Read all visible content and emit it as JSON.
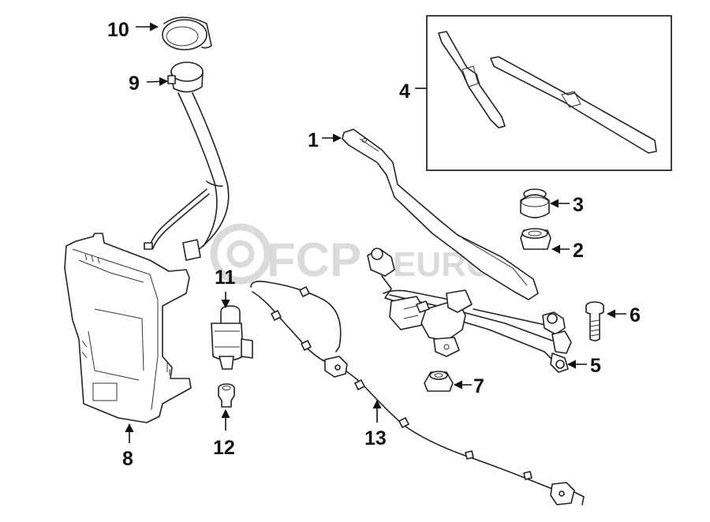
{
  "diagram": {
    "watermark": {
      "brand": "FCP",
      "suffix": "EURO"
    },
    "callouts": [
      {
        "id": "1",
        "label": "1"
      },
      {
        "id": "2",
        "label": "2"
      },
      {
        "id": "3",
        "label": "3"
      },
      {
        "id": "4",
        "label": "4"
      },
      {
        "id": "5",
        "label": "5"
      },
      {
        "id": "6",
        "label": "6"
      },
      {
        "id": "7",
        "label": "7"
      },
      {
        "id": "8",
        "label": "8"
      },
      {
        "id": "9",
        "label": "9"
      },
      {
        "id": "10",
        "label": "10"
      },
      {
        "id": "11",
        "label": "11"
      },
      {
        "id": "12",
        "label": "12"
      },
      {
        "id": "13",
        "label": "13"
      }
    ]
  }
}
